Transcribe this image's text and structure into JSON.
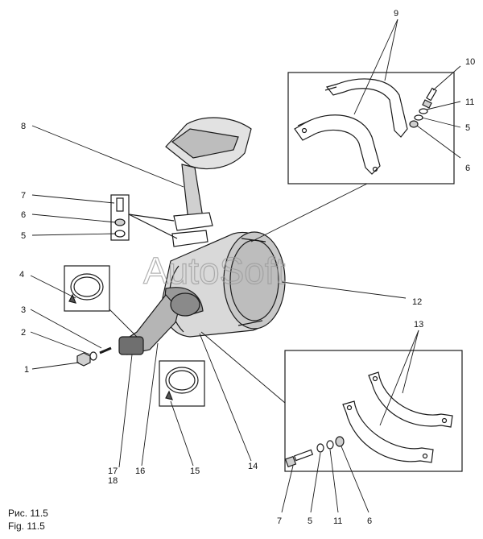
{
  "watermark": "AutoSoft",
  "captions": {
    "ru": "Рис. 11.5",
    "en": "Fig. 11.5"
  },
  "callouts": {
    "c1": "1",
    "c2": "2",
    "c3": "3",
    "c4": "4",
    "c5_left": "5",
    "c6_left": "6",
    "c7_left": "7",
    "c8": "8",
    "c9": "9",
    "c10": "10",
    "c11_top": "11",
    "c5_top": "5",
    "c6_top": "6",
    "c12": "12",
    "c13": "13",
    "c14": "14",
    "c15": "15",
    "c16": "16",
    "c17": "17",
    "c18": "18",
    "c7_bottom": "7",
    "c5_bottom": "5",
    "c11_bottom": "11",
    "c6_bottom": "6"
  },
  "colors": {
    "line": "#1a1a1a",
    "shade": "#cfcfcf",
    "dark": "#555555"
  }
}
